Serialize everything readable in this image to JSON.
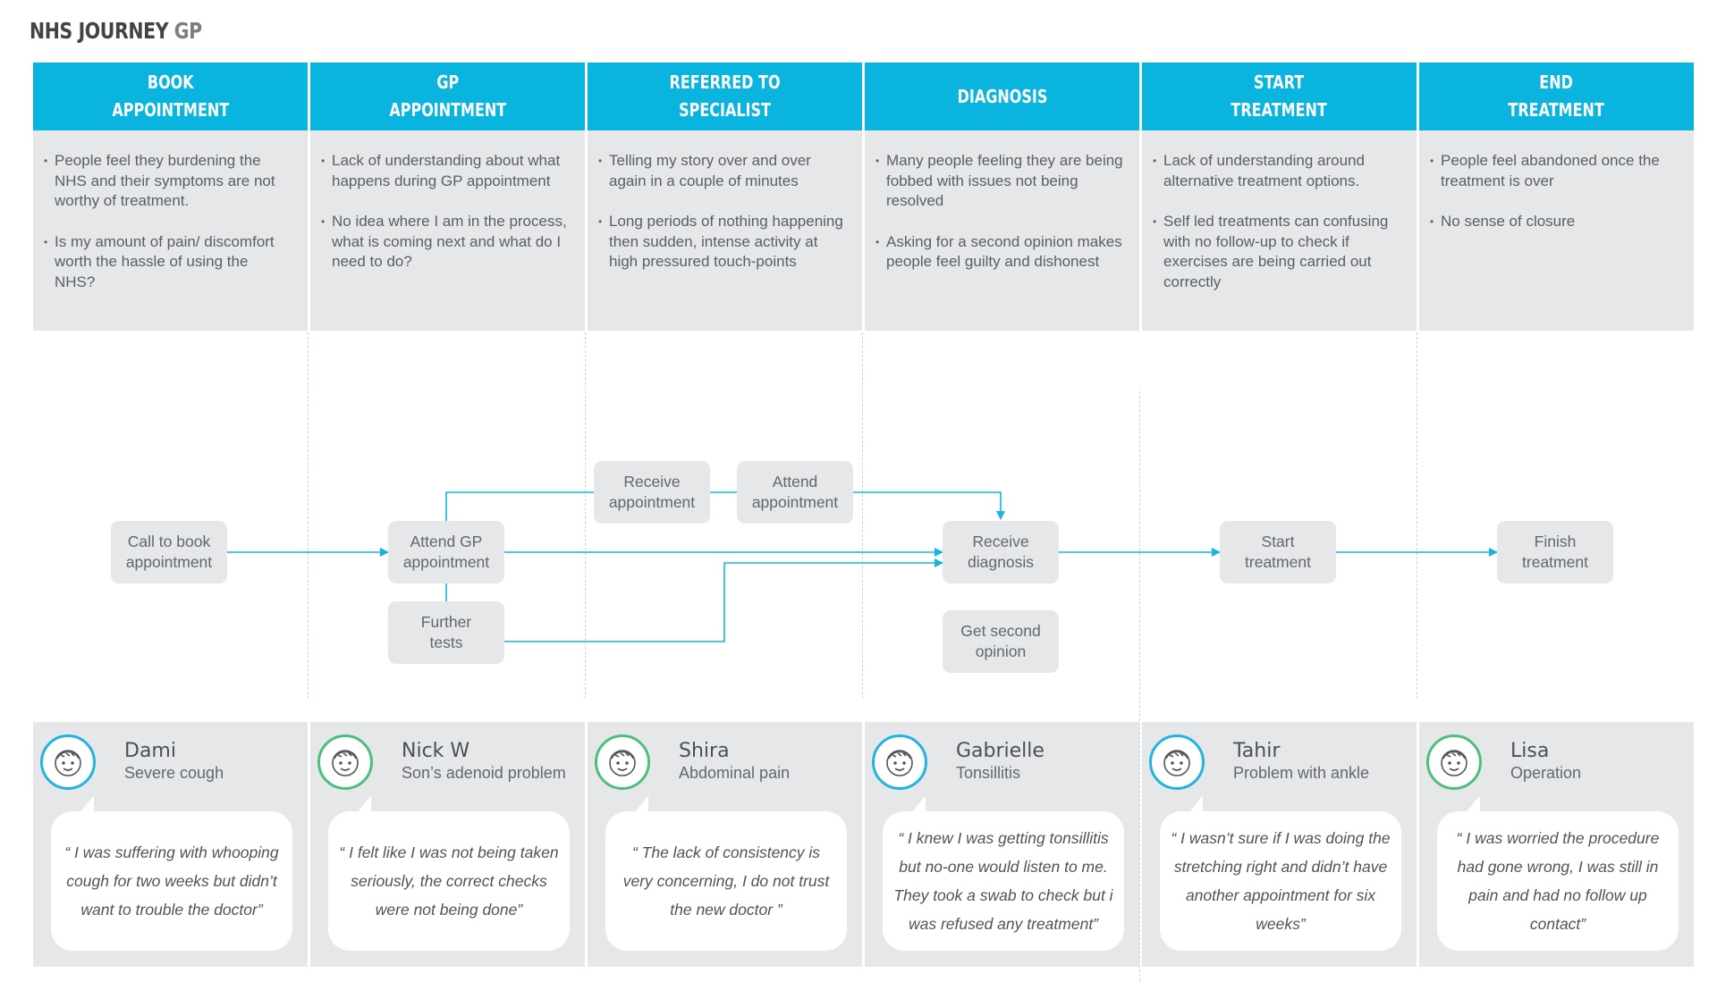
{
  "title": {
    "main": "NHS JOURNEY",
    "sub": "GP"
  },
  "colors": {
    "header": "#09b4df",
    "panel": "#e6e7e9",
    "arrow": "#16b5df",
    "avatar_blue": "#22b4df",
    "avatar_green": "#4dbe7b"
  },
  "stages": [
    {
      "title": "BOOK\nAPPOINTMENT",
      "points": [
        "People feel they burdening the NHS and their symptoms are not worthy of treatment.",
        "Is my amount of pain/ discomfort worth the hassle of using the NHS?"
      ]
    },
    {
      "title": "GP\nAPPOINTMENT",
      "points": [
        "Lack of understanding about what happens during GP appointment",
        "No idea where I am in the process, what is coming next and what do I need to do?"
      ]
    },
    {
      "title": "REFERRED TO\nSPECIALIST",
      "points": [
        "Telling my story over and over again in a couple of minutes",
        "Long periods of nothing happening then sudden, intense activity at high pressured touch-points"
      ]
    },
    {
      "title": "DIAGNOSIS",
      "points": [
        "Many people feeling they are being fobbed with issues not being resolved",
        "Asking for a second opinion makes people feel guilty and dishonest"
      ]
    },
    {
      "title": "START\nTREATMENT",
      "points": [
        "Lack of understanding around alternative treatment options.",
        "Self led treatments can confusing with no follow-up to check if exercises are being carried out correctly"
      ]
    },
    {
      "title": "END\nTREATMENT",
      "points": [
        "People feel abandoned once the treatment is over",
        "No sense of closure"
      ]
    }
  ],
  "flow": {
    "call_to_book": "Call to book\nappointment",
    "attend_gp": "Attend GP\nappointment",
    "further_tests": "Further\ntests",
    "receive_appointment": "Receive\nappointment",
    "attend_appointment": "Attend\nappointment",
    "receive_diagnosis": "Receive\ndiagnosis",
    "second_opinion": "Get second\nopinion",
    "start_treatment": "Start\ntreatment",
    "finish_treatment": "Finish\ntreatment"
  },
  "personas": [
    {
      "name": "Dami",
      "condition": "Severe cough",
      "avatar_color": "blue",
      "quote": "“ I was suffering with whooping cough for two weeks but didn’t want to trouble the doctor”"
    },
    {
      "name": "Nick W",
      "condition": "Son’s adenoid problem",
      "avatar_color": "green",
      "quote": "“ I felt like I was not being taken seriously, the correct checks were not being done”"
    },
    {
      "name": "Shira",
      "condition": "Abdominal pain",
      "avatar_color": "green",
      "quote": "“ The lack of consistency is very concerning, I do not trust the new doctor ”"
    },
    {
      "name": "Gabrielle",
      "condition": "Tonsillitis",
      "avatar_color": "blue",
      "quote": "“ I knew I was getting tonsillitis but no-one would listen to me. They took a swab to check but i was refused any treatment”"
    },
    {
      "name": "Tahir",
      "condition": "Problem with ankle",
      "avatar_color": "blue",
      "quote": "“ I wasn’t sure if I was doing the stretching right and didn’t have another appointment for six weeks”"
    },
    {
      "name": "Lisa",
      "condition": "Operation",
      "avatar_color": "green",
      "quote": "“ I was worried the procedure had gone wrong, I was still in pain and had no follow up contact”"
    }
  ]
}
